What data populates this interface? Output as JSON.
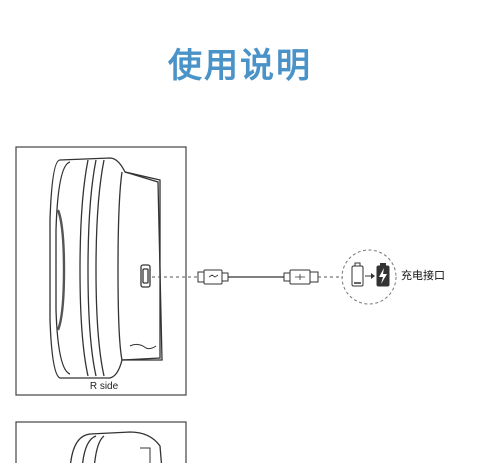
{
  "header": {
    "title": "使用说明"
  },
  "panels": [
    {
      "caption": "R side"
    },
    {
      "caption": ""
    }
  ],
  "charging": {
    "label": "充电接口",
    "icons": [
      "battery-empty-icon",
      "arrow-right-icon",
      "battery-charging-icon"
    ]
  },
  "colors": {
    "title": "#4a93c8",
    "line": "#333333",
    "border": "#444444"
  }
}
